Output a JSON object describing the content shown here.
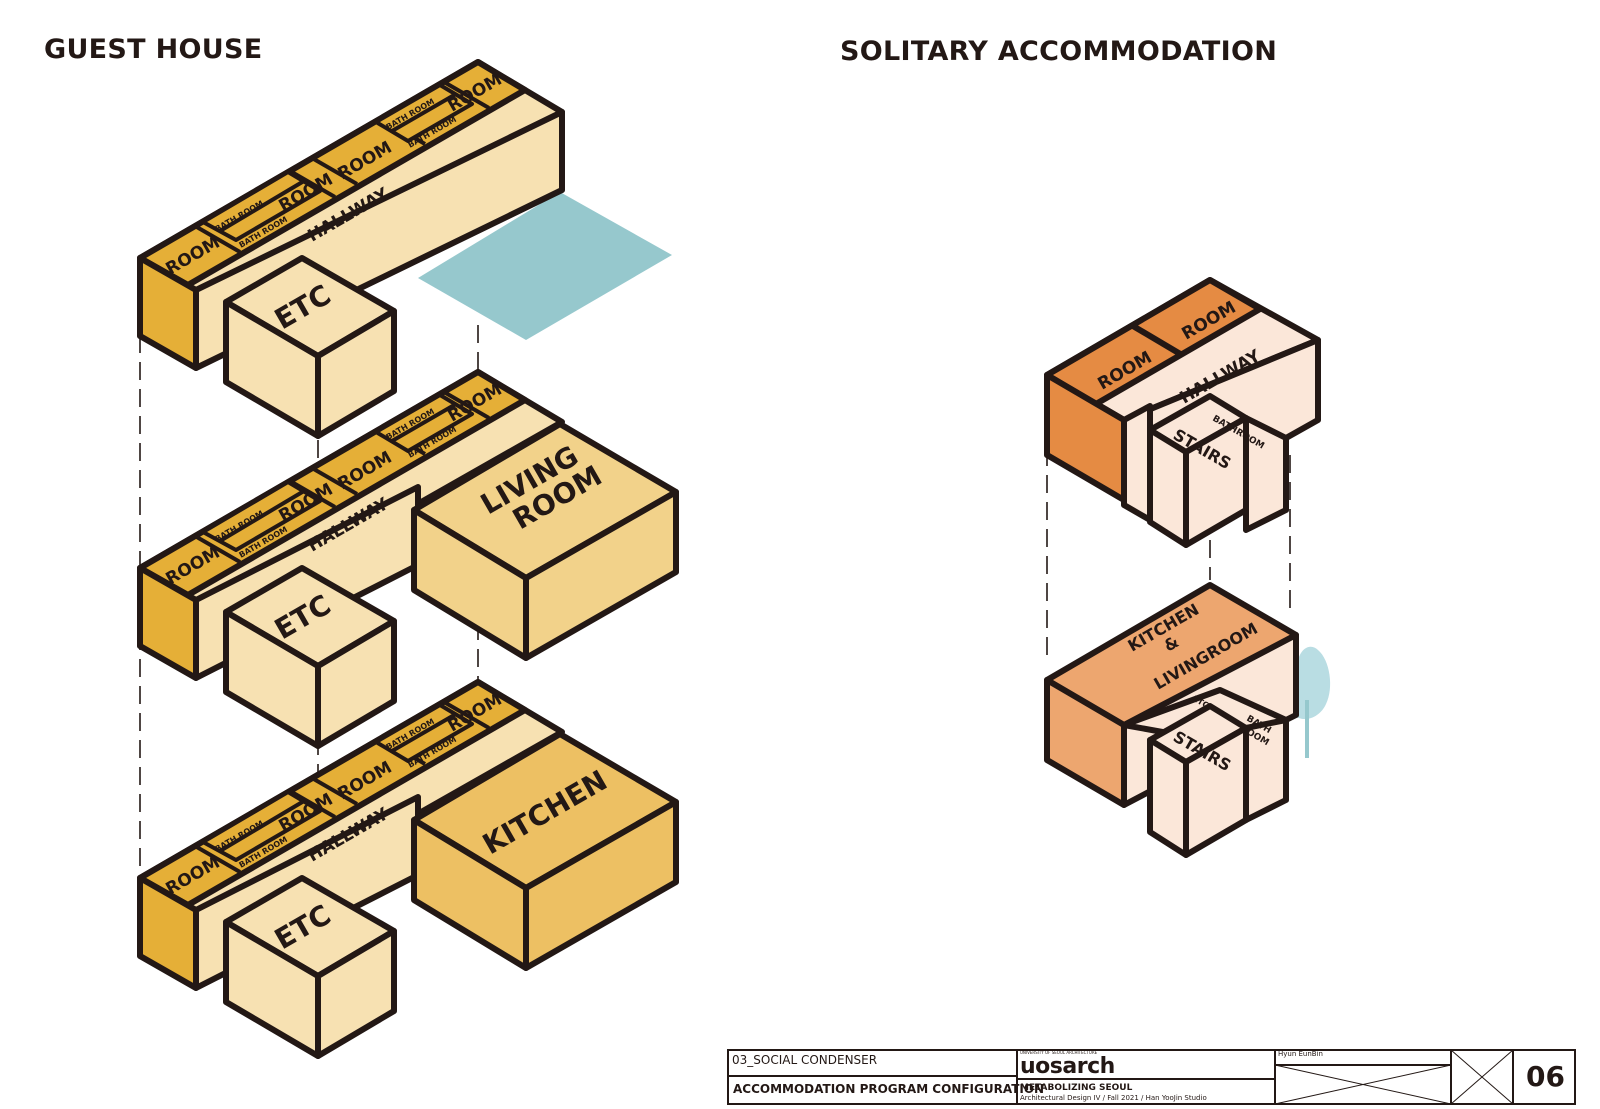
{
  "sections": {
    "guest_house": "GUEST HOUSE",
    "solitary": "SOLITARY ACCOMMODATION"
  },
  "labels": {
    "room": "ROOM",
    "bath_room": "BATH ROOM",
    "hallway": "HALLWAY",
    "etc": "ETC",
    "living_line1": "LIVING",
    "living_line2": "ROOM",
    "kitchen": "KITCHEN",
    "stairs": "STAIRS",
    "bathroom": "BATHROOM",
    "kitchen_living_line1": "KITCHEN",
    "kitchen_living_line2": "&",
    "kitchen_living_line3": "LIVINGROOM",
    "bath_room_line1": "BATH",
    "bath_room_line2": "ROOM",
    "etc_small": "ETC"
  },
  "colors": {
    "guest_dark": "#E5AF37",
    "guest_mid": "#EDC063",
    "guest_light": "#F7E1B2",
    "guest_face": "#F2D28A",
    "solitary_dark": "#E58B43",
    "solitary_mid": "#EDA66F",
    "solitary_light": "#FBE7D9",
    "water": "#96C8CD",
    "tree": "#B9DDE3",
    "outline": "#231815"
  },
  "title_block": {
    "chapter": "03_SOCIAL CONDENSER",
    "sheet_title": "ACCOMMODATION PROGRAM CONFIGURATION",
    "logo_small": "UNIVERSITY OF SEOUL ARCHITECTURE",
    "logo": "uosarch",
    "project": "METABOLIZING SEOUL",
    "course": "Architectural Design IV / Fall 2021 / Han YooJin Studio",
    "author": "Hyun EunBin",
    "page_number": "06"
  }
}
